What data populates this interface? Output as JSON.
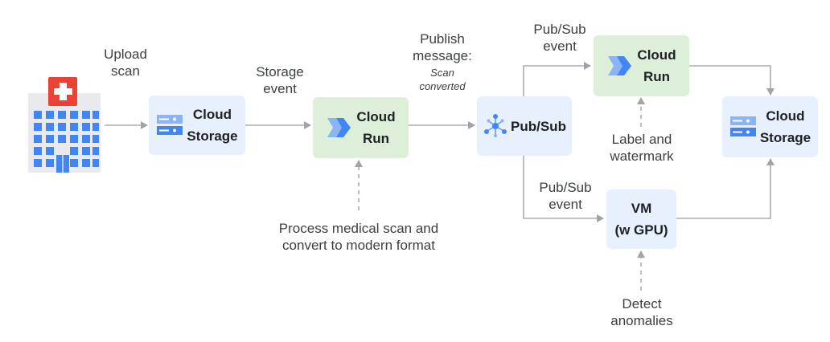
{
  "nodes": {
    "storage_in": {
      "line1": "Cloud",
      "line2": "Storage",
      "icon": "cloud-storage-icon"
    },
    "run_convert": {
      "line1": "Cloud",
      "line2": "Run",
      "icon": "cloud-run-icon"
    },
    "pubsub": {
      "line1": "Pub/Sub",
      "icon": "pubsub-icon"
    },
    "run_label": {
      "line1": "Cloud",
      "line2": "Run",
      "icon": "cloud-run-icon"
    },
    "vm": {
      "line1": "VM",
      "line2": "(w GPU)"
    },
    "storage_out": {
      "line1": "Cloud",
      "line2": "Storage",
      "icon": "cloud-storage-icon"
    }
  },
  "labels": {
    "upload": [
      "Upload",
      "scan"
    ],
    "storage_event": [
      "Storage",
      "event"
    ],
    "publish": [
      "Publish",
      "message:"
    ],
    "publish_detail": [
      "Scan",
      "converted"
    ],
    "pubsub_event_top": [
      "Pub/Sub",
      "event"
    ],
    "pubsub_event_bottom": [
      "Pub/Sub",
      "event"
    ],
    "process": [
      "Process medical scan and",
      "convert to modern format"
    ],
    "label_watermark": [
      "Label and",
      "watermark"
    ],
    "detect": [
      "Detect",
      "anomalies"
    ]
  },
  "source_icon": "hospital-icon",
  "colors": {
    "blue_box": "#e8f0fe",
    "green_box": "#ddefd9",
    "arrow": "#a0a4a8",
    "hospital_blue": "#4285f4",
    "hospital_red": "#ea4335"
  }
}
